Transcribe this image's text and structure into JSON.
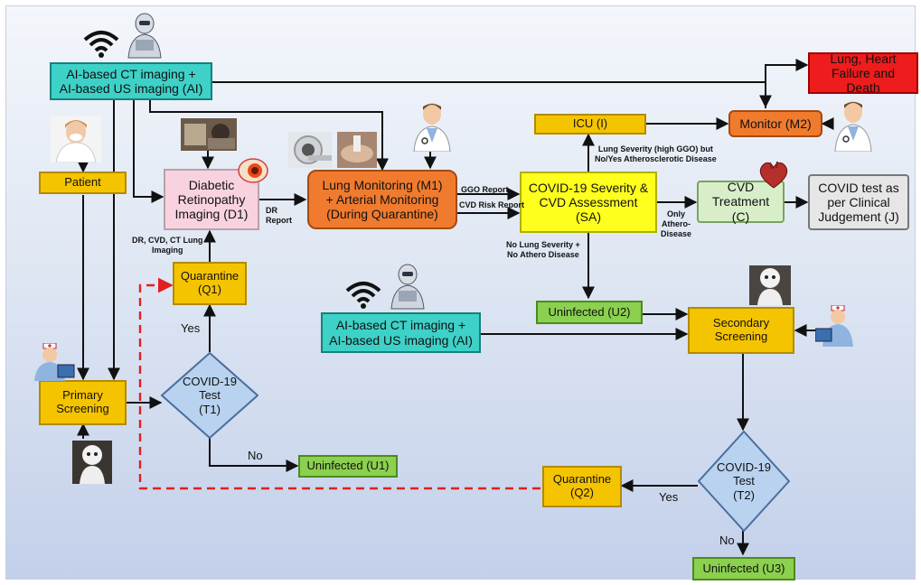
{
  "nodes": {
    "ai_top": "AI-based CT imaging +\nAI-based US imaging (AI)",
    "ai_mid": "AI-based CT imaging +\nAI-based US imaging (AI)",
    "patient": "Patient",
    "diabetic": "Diabetic\nRetinopathy\nImaging (D1)",
    "lung_monitoring": "Lung Monitoring (M1)\n+ Arterial Monitoring\n(During Quarantine)",
    "covid_severity": "COVID-19 Severity &\nCVD Assessment (SA)",
    "cvd_treatment": "CVD\nTreatment (C)",
    "covid_test_j": "COVID test as\nper Clinical\nJudgement (J)",
    "icu": "ICU (I)",
    "monitor": "Monitor (M2)",
    "lung_heart": "Lung, Heart\nFailure and Death",
    "quarantine_q1": "Quarantine\n(Q1)",
    "primary_screening": "Primary\nScreening",
    "covid_test_t1": "COVID-19\nTest\n(T1)",
    "uninfected_u1": "Uninfected (U1)",
    "uninfected_u2": "Uninfected (U2)",
    "secondary_screening": "Secondary\nScreening",
    "covid_test_t2": "COVID-19\nTest\n(T2)",
    "quarantine_q2": "Quarantine\n(Q2)",
    "uninfected_u3": "Uninfected (U3)"
  },
  "edge_labels": {
    "dr_report": "DR\nReport",
    "dr_cvd_ct": "DR, CVD, CT Lung\nImaging",
    "ggo_report": "GGO Report",
    "cvd_risk_report": "CVD Risk Report",
    "lung_severity_high": "Lung Severity (high GGO) but\nNo/Yes Atherosclerotic Disease",
    "no_lung_severity": "No Lung Severity +\nNo Athero Disease",
    "only_athero": "Only\nAthero-\nDisease",
    "yes_t1": "Yes",
    "no_t1": "No",
    "yes_t2": "Yes",
    "no_t2": "No"
  },
  "icons": [
    "wifi-icon",
    "robot-icon",
    "doctor-icon",
    "patient-photo",
    "eye-icon",
    "heart-icon",
    "ct-scanner-photo",
    "ultrasound-photo",
    "retina-photo",
    "robot-photo",
    "nurse-icon"
  ],
  "colors": {
    "yellow": "#f5c400",
    "green": "#8bd04f",
    "cyan": "#3ed1c8",
    "orange": "#f07b2e",
    "pink": "#f8d3df",
    "bright_yellow": "#ffff1e",
    "red": "#ee1c1c",
    "dashed_red": "#e02020"
  }
}
